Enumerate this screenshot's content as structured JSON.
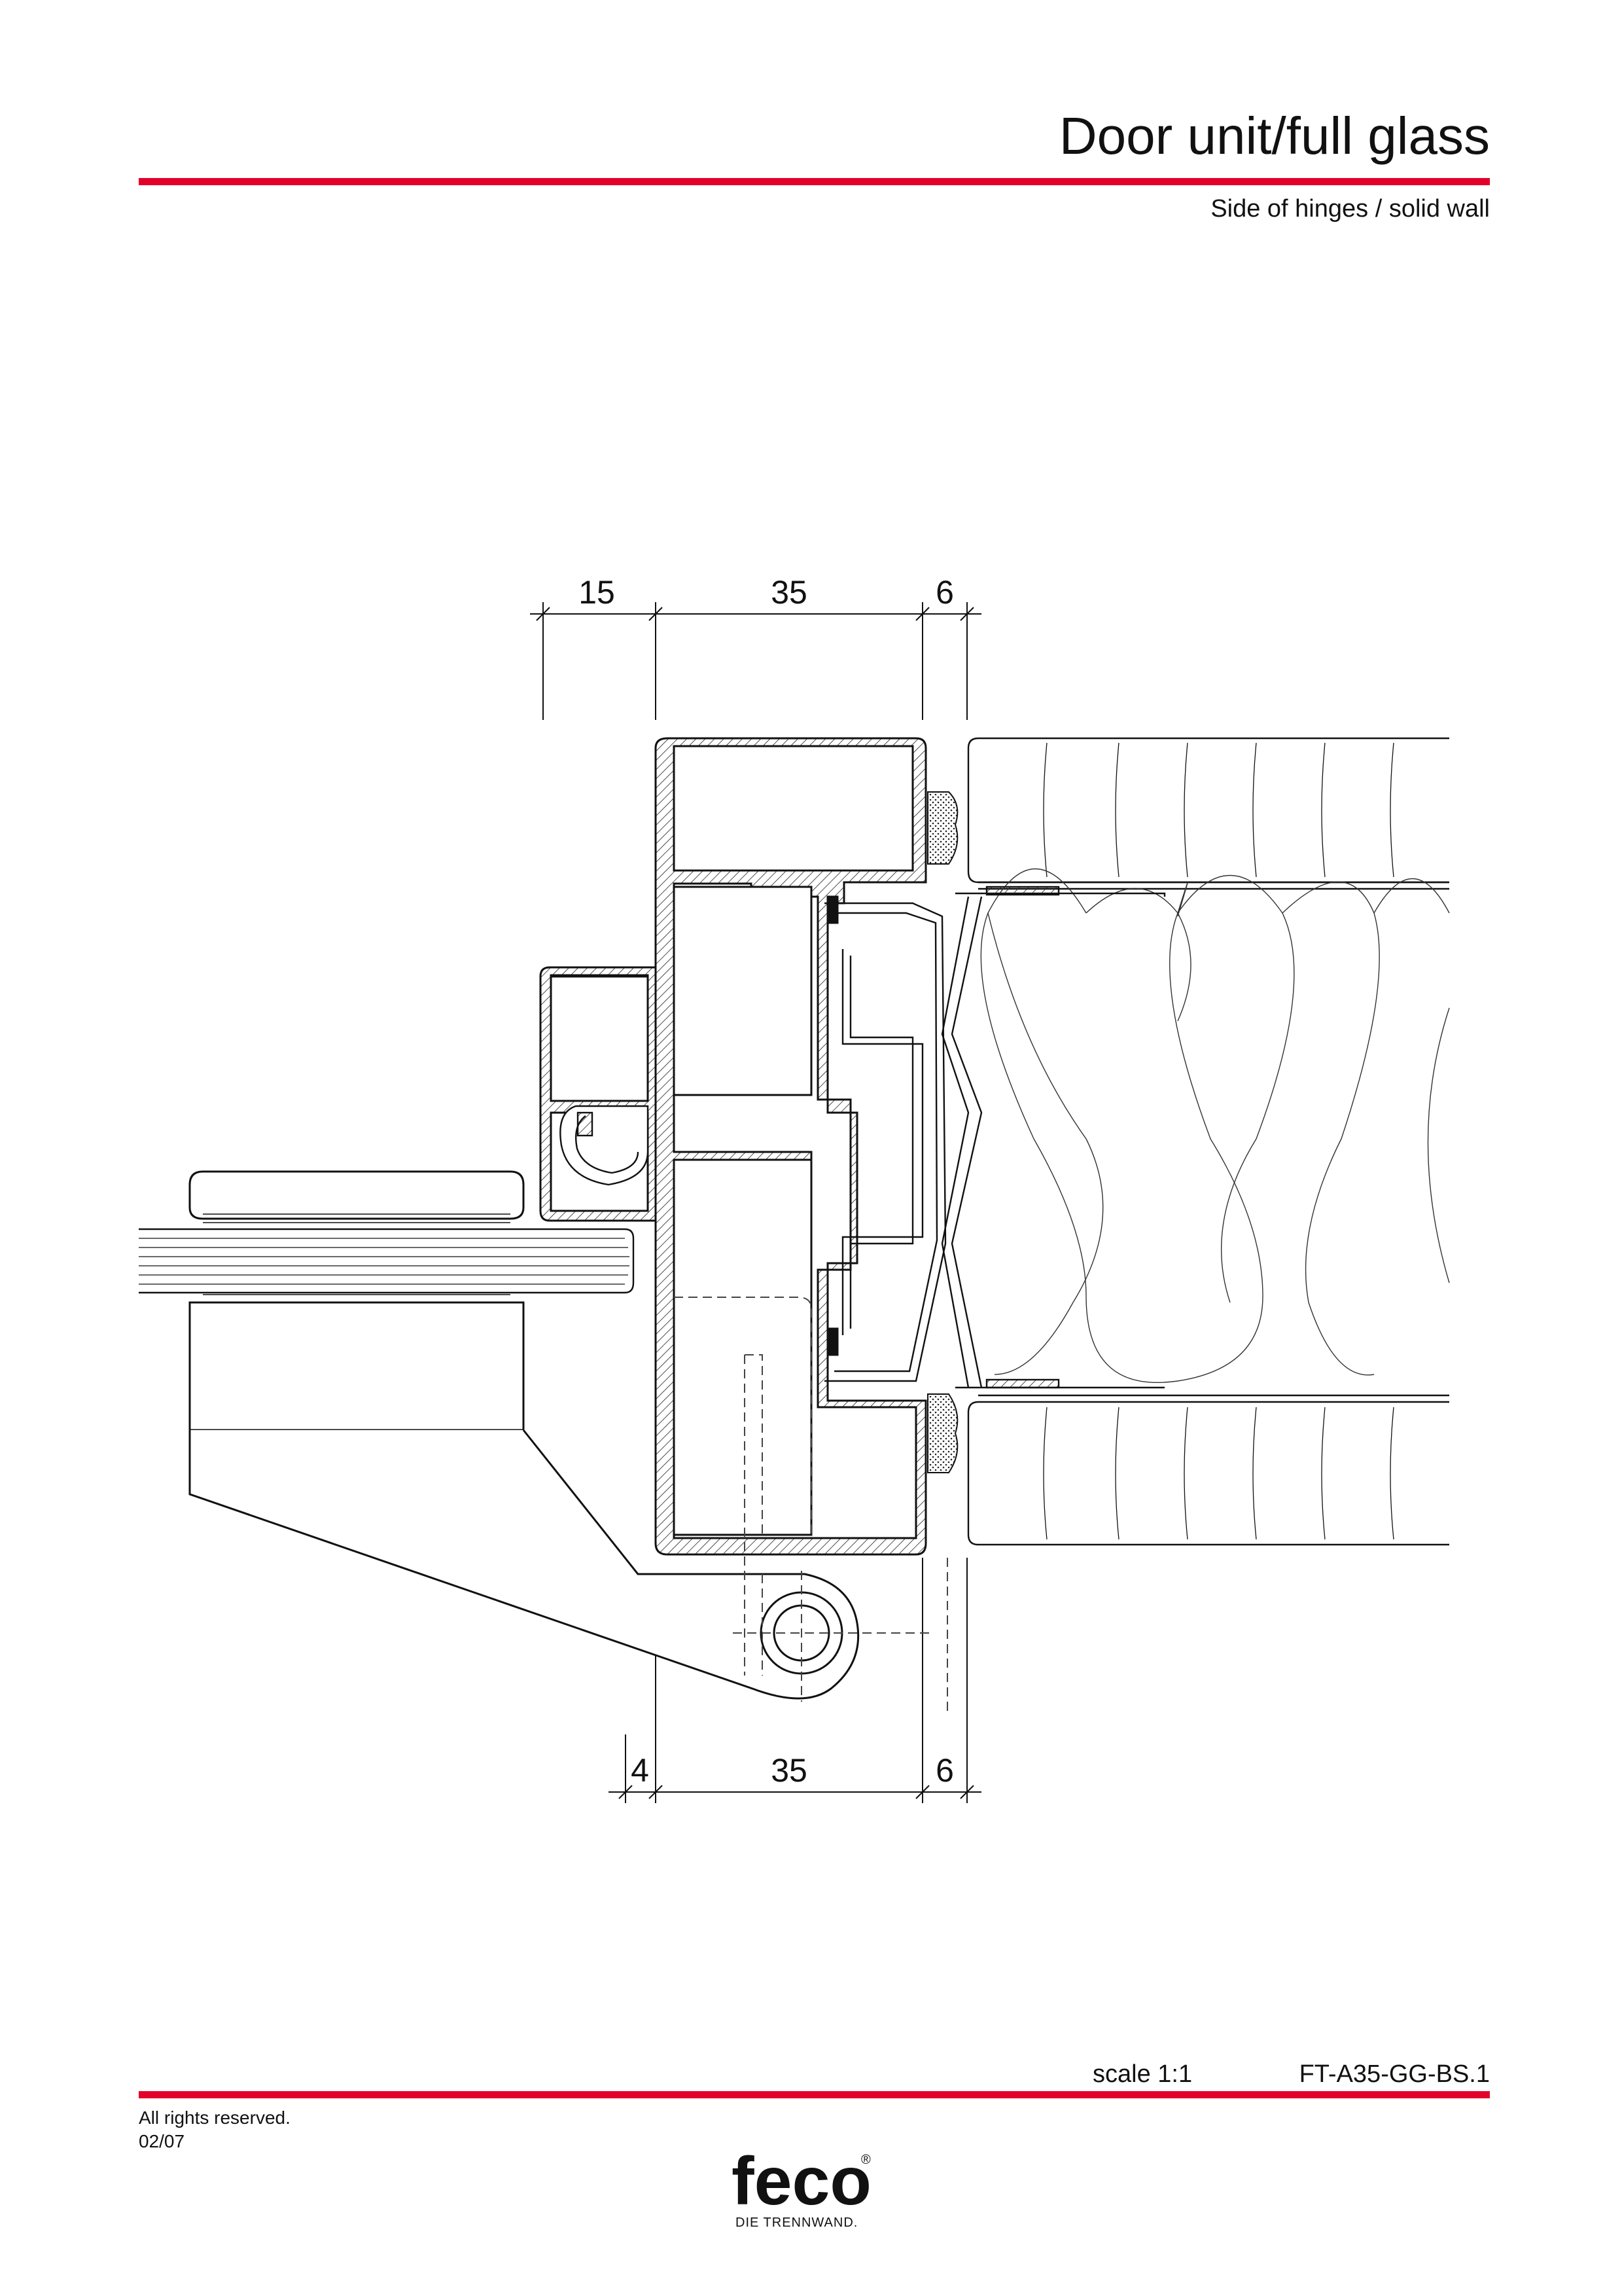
{
  "header": {
    "title": "Door unit/full glass",
    "subtitle": "Side of hinges / solid wall"
  },
  "drawing": {
    "dimensions_top": [
      "15",
      "35",
      "6"
    ],
    "dimensions_bottom": [
      "4",
      "35",
      "6"
    ]
  },
  "footer": {
    "scale": "scale 1:1",
    "doc_id": "FT-A35-GG-BS.1",
    "rights": "All rights reserved.",
    "date": "02/07",
    "logo_text": "feco",
    "logo_tagline": "DIE TRENNWAND.",
    "logo_reg": "®"
  },
  "colors": {
    "accent": "#e3002b",
    "line": "#111111"
  }
}
